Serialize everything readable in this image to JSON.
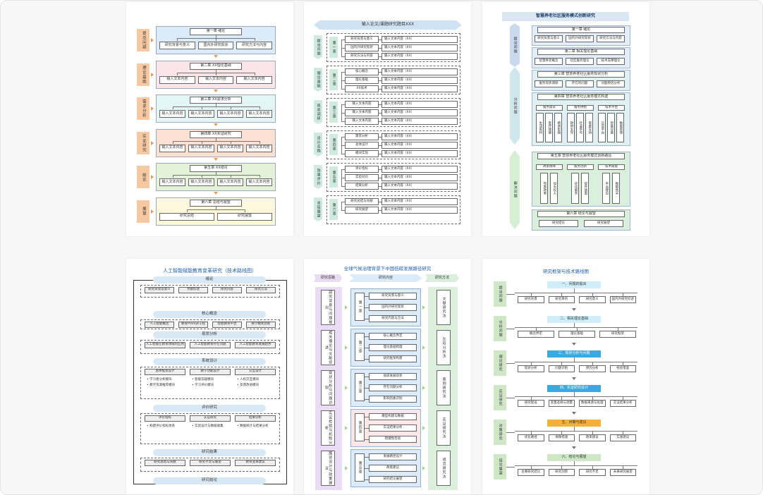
{
  "colors": {
    "c1_blue": "#dcebfa",
    "c1_pink": "#fbe4ea",
    "c1_teal": "#e3f5f4",
    "c1_orange": "#fbe1d3",
    "c1_green": "#e3f2d9",
    "c1_yellow": "#fdf7dc",
    "c1_label": "#f6c9a2",
    "c2_chevron": "#cfe3f4",
    "c2_label": "#cfeadf",
    "c3_header": "#dbe7f3",
    "c3_side": "#cde4ef",
    "c3_green": "#dbf0dc",
    "c4_title": "#1f5fa8",
    "c4_pill": "#d9e8f5",
    "c5_purple": "#e9dcf4",
    "c5_blue": "#dcebfa",
    "c5_green": "#dcefdc",
    "c6_green": "#cfe7c7",
    "c6_cyan": "#cfeefa",
    "c6_orange": "#f6b13b",
    "c6_blue": "#39a9e0"
  },
  "card1": {
    "labels": [
      "提出问题",
      "理论基础",
      "需求分析",
      "实证研究",
      "结论",
      "展望"
    ],
    "rows": [
      {
        "title": "第一章 绪论",
        "items": [
          "研究背景与意义",
          "国内外研究现状",
          "研究方法与内容"
        ]
      },
      {
        "title": "第二章 XX理论基础",
        "items": [
          "输入文本内容",
          "输入文本内容",
          "输入文本内容"
        ]
      },
      {
        "title": "第三章 XX需求分析",
        "items": [
          "输入文本内容",
          "输入文本内容",
          "输入文本内容",
          "输入文本内容"
        ]
      },
      {
        "title": "第四章 XX实证研究",
        "items": [
          "输入文本内容",
          "输入文本内容",
          "输入文本内容",
          "输入文本内容"
        ]
      },
      {
        "title": "第五章 XX结论",
        "items": [
          "输入文本内容",
          "输入文本内容",
          "输入文本内容",
          "输入文本内容"
        ]
      },
      {
        "title": "第六章 总结与展望",
        "items": [
          "研究总结",
          "研究展望"
        ]
      }
    ]
  },
  "card2": {
    "header": "输入论文/课题研究题目XXX",
    "stages": [
      {
        "label": "提出问题",
        "chapter": "第一章",
        "items": [
          [
            "研究背景与意义",
            "输入文本内容（XX）"
          ],
          [
            "国内外研究现状",
            "输入文本内容（XX）"
          ],
          [
            "研究方法与内容",
            "输入文本内容（XX）"
          ]
        ]
      },
      {
        "label": "理论基础",
        "chapter": "第二章",
        "items": [
          [
            "核心概念",
            "输入文本内容（XX）"
          ],
          [
            "理论基础",
            "输入文本内容（XX）"
          ],
          [
            "XX技术",
            "输入文本内容（XX）"
          ]
        ]
      },
      {
        "label": "现状调研",
        "chapter": "第三章",
        "items": [
          [
            "输入文本内容",
            "输入文本内容（XX）"
          ],
          [
            "输入文本内容",
            "输入文本内容（XX）"
          ],
          [
            "输入文本内容",
            "输入文本内容（XX）"
          ]
        ]
      },
      {
        "label": "设计实践",
        "chapter": "第四章",
        "items": [
          [
            "需求分析",
            "输入文本内容（XX）"
          ],
          [
            "总体设计",
            "输入文本内容（XX）"
          ],
          [
            "模块实现",
            "输入文本内容（XX）"
          ]
        ]
      },
      {
        "label": "效果评价",
        "chapter": "第五章",
        "items": [
          [
            "评价指标",
            "输入文本内容（XX）"
          ],
          [
            "实验对比",
            "输入文本内容（XX）"
          ],
          [
            "结果分析",
            "输入文本内容（XX）"
          ]
        ]
      },
      {
        "label": "总结展望",
        "chapter": "第六章",
        "items": [
          [
            "研究总结与贡献",
            "输入文本内容（XX）"
          ],
          [
            "研究展望",
            "输入文本内容（XX）"
          ]
        ]
      }
    ]
  },
  "card3": {
    "title": "智慧养老社区服务模式创新研究",
    "side": [
      "提出问题",
      "分析问题",
      "解决问题"
    ],
    "sec1": {
      "title": "第一章 绪论",
      "items": [
        "研究背景与意义",
        "国内外研究现状",
        "研究方法与内容"
      ]
    },
    "sec2": {
      "title": "第二章 相关理论基础",
      "items": [
        "智慧养老概念",
        "社区服务理论",
        "技术支撑理论"
      ]
    },
    "sec3": {
      "title": "第三章 智慧养老社区服务现状分析",
      "items": [
        "服务现状调研",
        "存在的问题",
        "问题原因分析"
      ]
    },
    "sec4": {
      "title": "第四章 智慧养老社区服务模式构建",
      "cols": [
        {
          "head": "服务需求",
          "items": [
            "生活照料",
            "医疗保健",
            "精神慰藉"
          ]
        },
        {
          "head": "服务供给",
          "items": [
            "政府主导",
            "社会参与",
            "家庭支持"
          ]
        },
        {
          "head": "技术平台",
          "items": [
            "信息平台",
            "智能设备",
            "数据管理"
          ]
        }
      ]
    },
    "sec5": {
      "title": "第五章 智慧养老社区服务模式创新路径",
      "cols": [
        {
          "head": "政策保障",
          "items": [
            "完善政策",
            "加大投入"
          ]
        },
        {
          "head": "服务创新",
          "items": [
            "优化服务",
            "提升质量"
          ]
        },
        {
          "head": "技术赋能",
          "items": [
            "平台建设",
            "数据共享"
          ]
        }
      ]
    },
    "sec6": {
      "title": "第六章 结论与展望",
      "items": [
        "研究结论",
        "研究展望"
      ]
    }
  },
  "card4": {
    "title": "人工智能赋能教育变革研究（技术路线图）",
    "sections": [
      {
        "head": "绪论",
        "items": [
          "研究背景及意义",
          "文献综述",
          "研究内容",
          "研究方法"
        ]
      },
      {
        "head": "核心概念",
        "items": [
          "人工智能概念",
          "教育Prompt工程",
          "智能教育平台",
          "教学模式创新"
        ]
      },
      {
        "head": "现状分析",
        "items": [
          "人工智能在教育领域的应用",
          "人工智能教育存在问题",
          "人工智能教育发展趋势"
        ]
      },
      {
        "head": "系统设计",
        "subs": [
          {
            "head": "总体框架设计",
            "items": [
              "学习者分析模块",
              "教学资源推荐模块"
            ]
          },
          {
            "head": "教学功能设计",
            "items": [
              "智能答疑模块",
              "学习评价模块"
            ]
          },
          {
            "head": "交互设计",
            "items": [
              "人机交互模块",
              "反馈改进模块"
            ]
          }
        ]
      },
      {
        "head": "评价研究",
        "subs": [
          {
            "head": "评价指标",
            "items": [
              "构建评价指标体系"
            ]
          },
          {
            "head": "实证研究",
            "items": [
              "实验设计与数据收集"
            ]
          },
          {
            "head": "结果分析",
            "items": [
              "数据统计与结果分析"
            ]
          }
        ]
      },
      {
        "head": "研究结果",
        "items": [
          "研究总结与贡献",
          "研究不足与展望",
          "教育变革建议"
        ]
      }
    ],
    "footer": "研究结论"
  },
  "card5": {
    "title": "全球气候治理背景下中国低碳发展路径研究",
    "heads": [
      "研究思路",
      "研究内容",
      "研究方法"
    ],
    "left": [
      "研究背景与问题提出",
      "相关理论与文献综述",
      "现状分析与问题识别",
      "实证检验与机制分析",
      "路径设计与政策建议"
    ],
    "chapters": [
      {
        "label": "第一章",
        "items": [
          "研究背景与意义",
          "国内外研究现状",
          "研究内容与方法"
        ]
      },
      {
        "label": "第二章",
        "items": [
          "核心概念界定",
          "理论基础梳理",
          "研究框架构建"
        ]
      },
      {
        "label": "第三章",
        "items": [
          "低碳发展现状",
          "存在问题分析",
          "影响因素识别"
        ]
      },
      {
        "label": "第四章",
        "items": [
          "模型构建与数据",
          "实证结果分析",
          "稳健性检验"
        ]
      },
      {
        "label": "第五章",
        "items": [
          "发展路径设计",
          "政策建议",
          "研究结论展望"
        ]
      }
    ],
    "right": [
      "文献研究法",
      "比较分析法",
      "案例研究法",
      "实证研究法",
      "规范研究法"
    ]
  },
  "card6": {
    "title": "研究框架与技术路线图",
    "labels": [
      "提出问题",
      "分析问题",
      "理论研究",
      "实证研究",
      "对策研究",
      "结论展望"
    ],
    "rows": [
      {
        "head": "一、问题的提出",
        "items": [
          "研究背景",
          "研究目的",
          "研究意义",
          "国内外研究综述"
        ]
      },
      {
        "head": "二、相关理论基础",
        "items": [
          "概念界定",
          "理论基础",
          "研究框架"
        ]
      },
      {
        "head": "三、现状分析与问题",
        "items": [
          "现状分析",
          "问题识别",
          "原因分析",
          "经验借鉴"
        ]
      },
      {
        "head": "四、实证研究设计",
        "items": [
          "研究假设",
          "变量选择与测量",
          "数据来源与处理",
          "实证结果分析"
        ]
      },
      {
        "head": "五、对策与建议",
        "items": [
          "优化路径",
          "保障措施",
          "政策建议",
          "实施建议"
        ]
      },
      {
        "head": "六、结论与展望",
        "items": [
          "主要研究结论",
          "研究创新",
          "研究不足",
          "未来研究展望"
        ]
      }
    ]
  }
}
